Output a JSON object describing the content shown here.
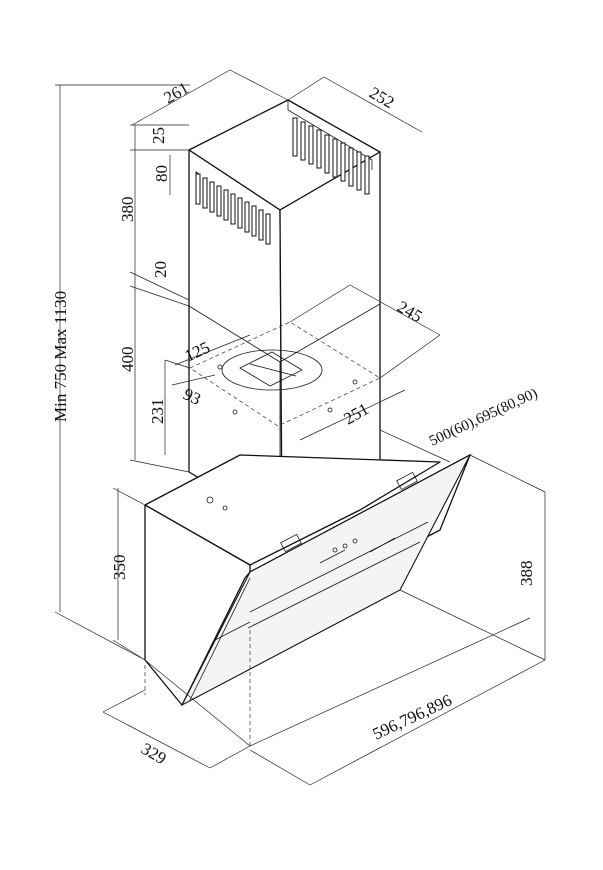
{
  "dimensions": {
    "chimney_depth": "261",
    "chimney_width": "252",
    "top_gap": "25",
    "upper_height": "380",
    "vent_height": "80",
    "joint_gap": "20",
    "lower_height": "400",
    "bracket_hole_spacing": "125",
    "bracket_offset": "93",
    "bracket_height": "231",
    "bracket_width": "245",
    "bracket_depth": "251",
    "total_height_range": "Min 750 Max 1130",
    "body_depth_options": "500(60),695(80,90)",
    "canopy_height": "350",
    "glass_height": "388",
    "hood_depth": "329",
    "hood_width_options": "596,796,896"
  },
  "colors": {
    "line": "#111111",
    "background": "#ffffff"
  }
}
